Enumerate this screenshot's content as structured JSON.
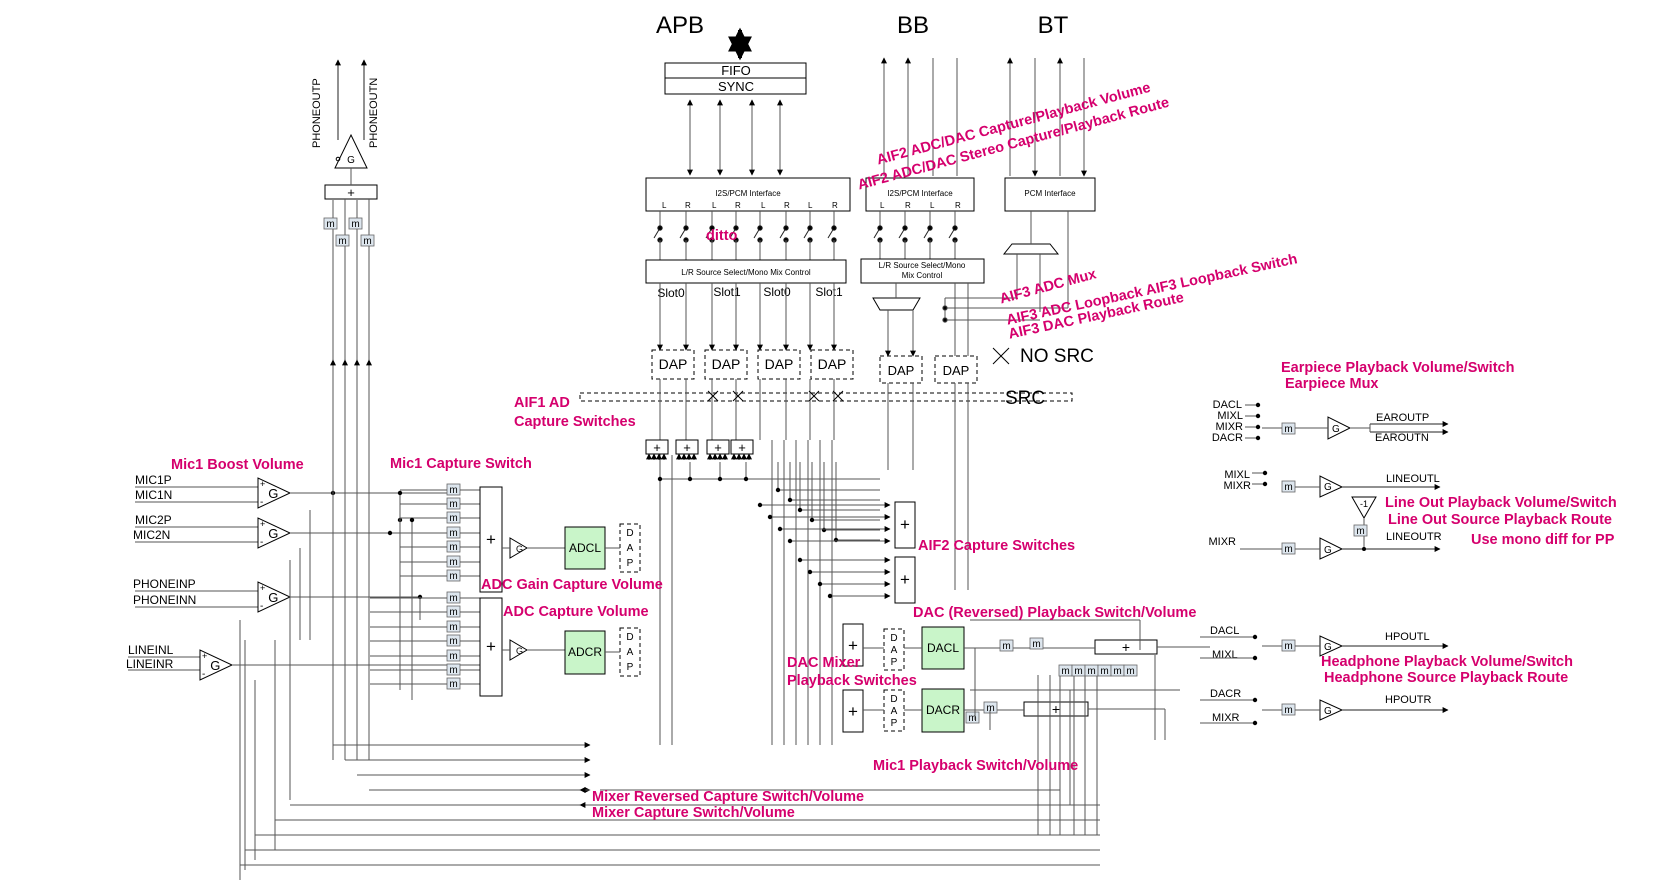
{
  "top_labels": {
    "apb": "APB",
    "bb": "BB",
    "bt": "BT"
  },
  "fifo": {
    "line1": "FIFO",
    "line2": "SYNC"
  },
  "interfaces": {
    "aif1": "I2S/PCM Interface",
    "aif2": "I2S/PCM Interface",
    "aif3": "PCM Interface"
  },
  "lr": {
    "l": "L",
    "r": "R"
  },
  "source_select": {
    "aif1": "L/R Source Select/Mono Mix Control",
    "aif2_line1": "L/R Source Select/Mono",
    "aif2_line2": "Mix Control"
  },
  "slots": {
    "s0": "Slot0",
    "s1": "Slot1"
  },
  "dap": "DAP",
  "dap_letters": {
    "d": "D",
    "a": "A",
    "p": "P"
  },
  "no_src": "NO SRC",
  "src": "SRC",
  "phone_out": {
    "p": "PHONEOUTP",
    "n": "PHONEOUTN"
  },
  "gain": "G",
  "plus": "+",
  "mixer_m": "m",
  "minus_one": "-1",
  "polarity": {
    "plus": "+",
    "minus": "-"
  },
  "inputs": {
    "mic1p": "MIC1P",
    "mic1n": "MIC1N",
    "mic2p": "MIC2P",
    "mic2n": "MIC2N",
    "phoneinp": "PHONEINP",
    "phoneinn": "PHONEINN",
    "lineinl": "LINEINL",
    "lineinr": "LINEINR"
  },
  "blocks": {
    "adcl": "ADCL",
    "adcr": "ADCR",
    "dacl": "DACL",
    "dacr": "DACR"
  },
  "earpiece": {
    "inputs": [
      "DACL",
      "MIXL",
      "MIXR",
      "DACR"
    ],
    "out_p": "EAROUTP",
    "out_n": "EAROUTN"
  },
  "lineout": {
    "in1": "MIXL",
    "in2": "MIXR",
    "in3": "MIXR",
    "out_l": "LINEOUTL",
    "out_r": "LINEOUTR"
  },
  "headphone": {
    "l_in1": "DACL",
    "l_in2": "MIXL",
    "r_in1": "DACR",
    "r_in2": "MIXR",
    "out_l": "HPOUTL",
    "out_r": "HPOUTR"
  },
  "annotations": {
    "aif2_vol": "AIF2 ADC/DAC Capture/Playback Volume",
    "aif2_route": "AIF2 ADC/DAC Stereo Capture/Playback Route",
    "ditto": "ditto",
    "aif3_mux": "AIF3 ADC Mux",
    "aif3_loop": "AIF3 ADC Loopback AIF3 Loopback Switch",
    "aif3_dac": "AIF3 DAC Playback Route",
    "aif1_ad": "AIF1 AD",
    "capture_switches": "Capture Switches",
    "mic1_boost": "Mic1 Boost Volume",
    "mic1_capture": "Mic1 Capture Switch",
    "adc_gain": "ADC Gain Capture Volume",
    "adc_capture": "ADC Capture Volume",
    "aif2_capture": "AIF2 Capture Switches",
    "dac_reversed": "DAC (Reversed) Playback Switch/Volume",
    "dac_mixer1": "DAC Mixer",
    "dac_mixer2": "Playback Switches",
    "mic1_playback": "Mic1 Playback Switch/Volume",
    "mixer_reversed": "Mixer Reversed Capture Switch/Volume",
    "mixer_capture": "Mixer Capture Switch/Volume",
    "earpiece_vol": "Earpiece Playback Volume/Switch",
    "earpiece_mux": "Earpiece Mux",
    "lineout_vol": "Line Out Playback Volume/Switch",
    "lineout_route": "Line Out Source Playback Route",
    "mono_diff": "Use mono diff for PP",
    "hp_vol": "Headphone Playback Volume/Switch",
    "hp_route": "Headphone Source Playback Route"
  },
  "colors": {
    "annotation": "#d5006d",
    "converter_fill": "#c9f5c9",
    "switch_fill": "#dde6ee"
  }
}
